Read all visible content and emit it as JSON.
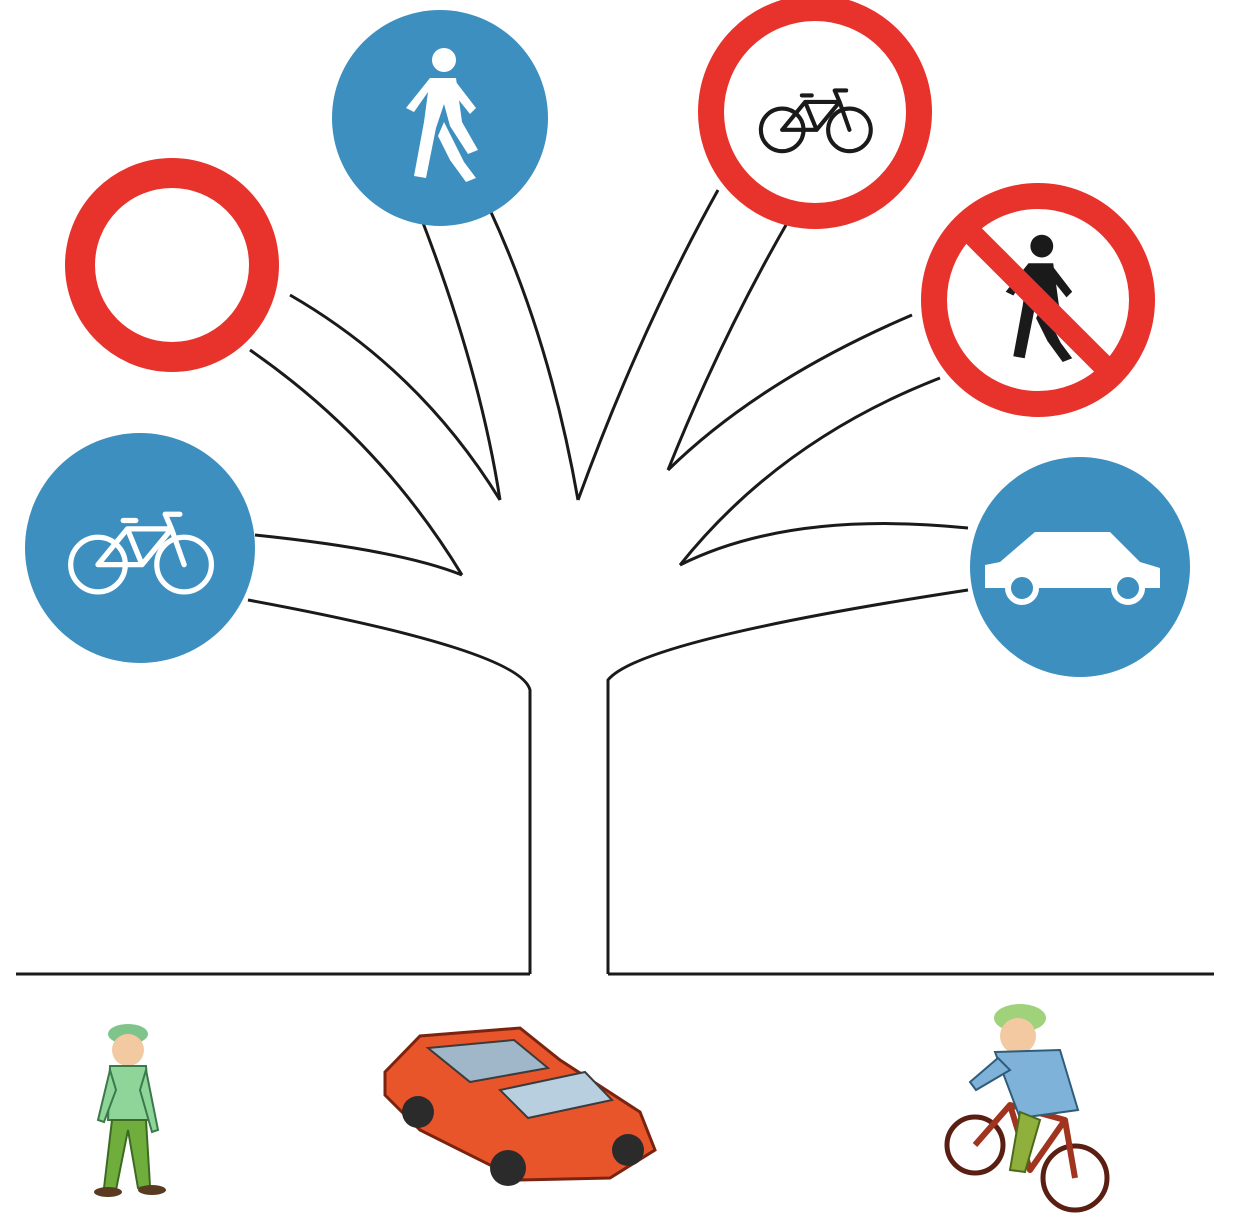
{
  "diagram": {
    "signs": [
      {
        "id": "no-vehicles",
        "kind": "prohibitory-empty",
        "ring_color": "#e8322c",
        "fill": "#ffffff"
      },
      {
        "id": "pedestrian-path",
        "kind": "mandatory",
        "fill": "#3d8fbf",
        "symbol": "pedestrian-icon"
      },
      {
        "id": "no-bicycles",
        "kind": "prohibitory",
        "ring_color": "#e8322c",
        "symbol": "bicycle-icon"
      },
      {
        "id": "no-pedestrians",
        "kind": "prohibitory-crossed",
        "ring_color": "#e8322c",
        "symbol": "pedestrian-icon"
      },
      {
        "id": "bicycle-path",
        "kind": "mandatory",
        "fill": "#3d8fbf",
        "symbol": "bicycle-icon"
      },
      {
        "id": "cars-only",
        "kind": "mandatory",
        "fill": "#3d8fbf",
        "symbol": "car-icon"
      }
    ],
    "road_users": [
      {
        "id": "pedestrian",
        "symbol": "boy-walking-icon"
      },
      {
        "id": "car",
        "symbol": "red-car-icon",
        "color": "#e9552a"
      },
      {
        "id": "cyclist",
        "symbol": "boy-on-bicycle-icon"
      }
    ]
  }
}
